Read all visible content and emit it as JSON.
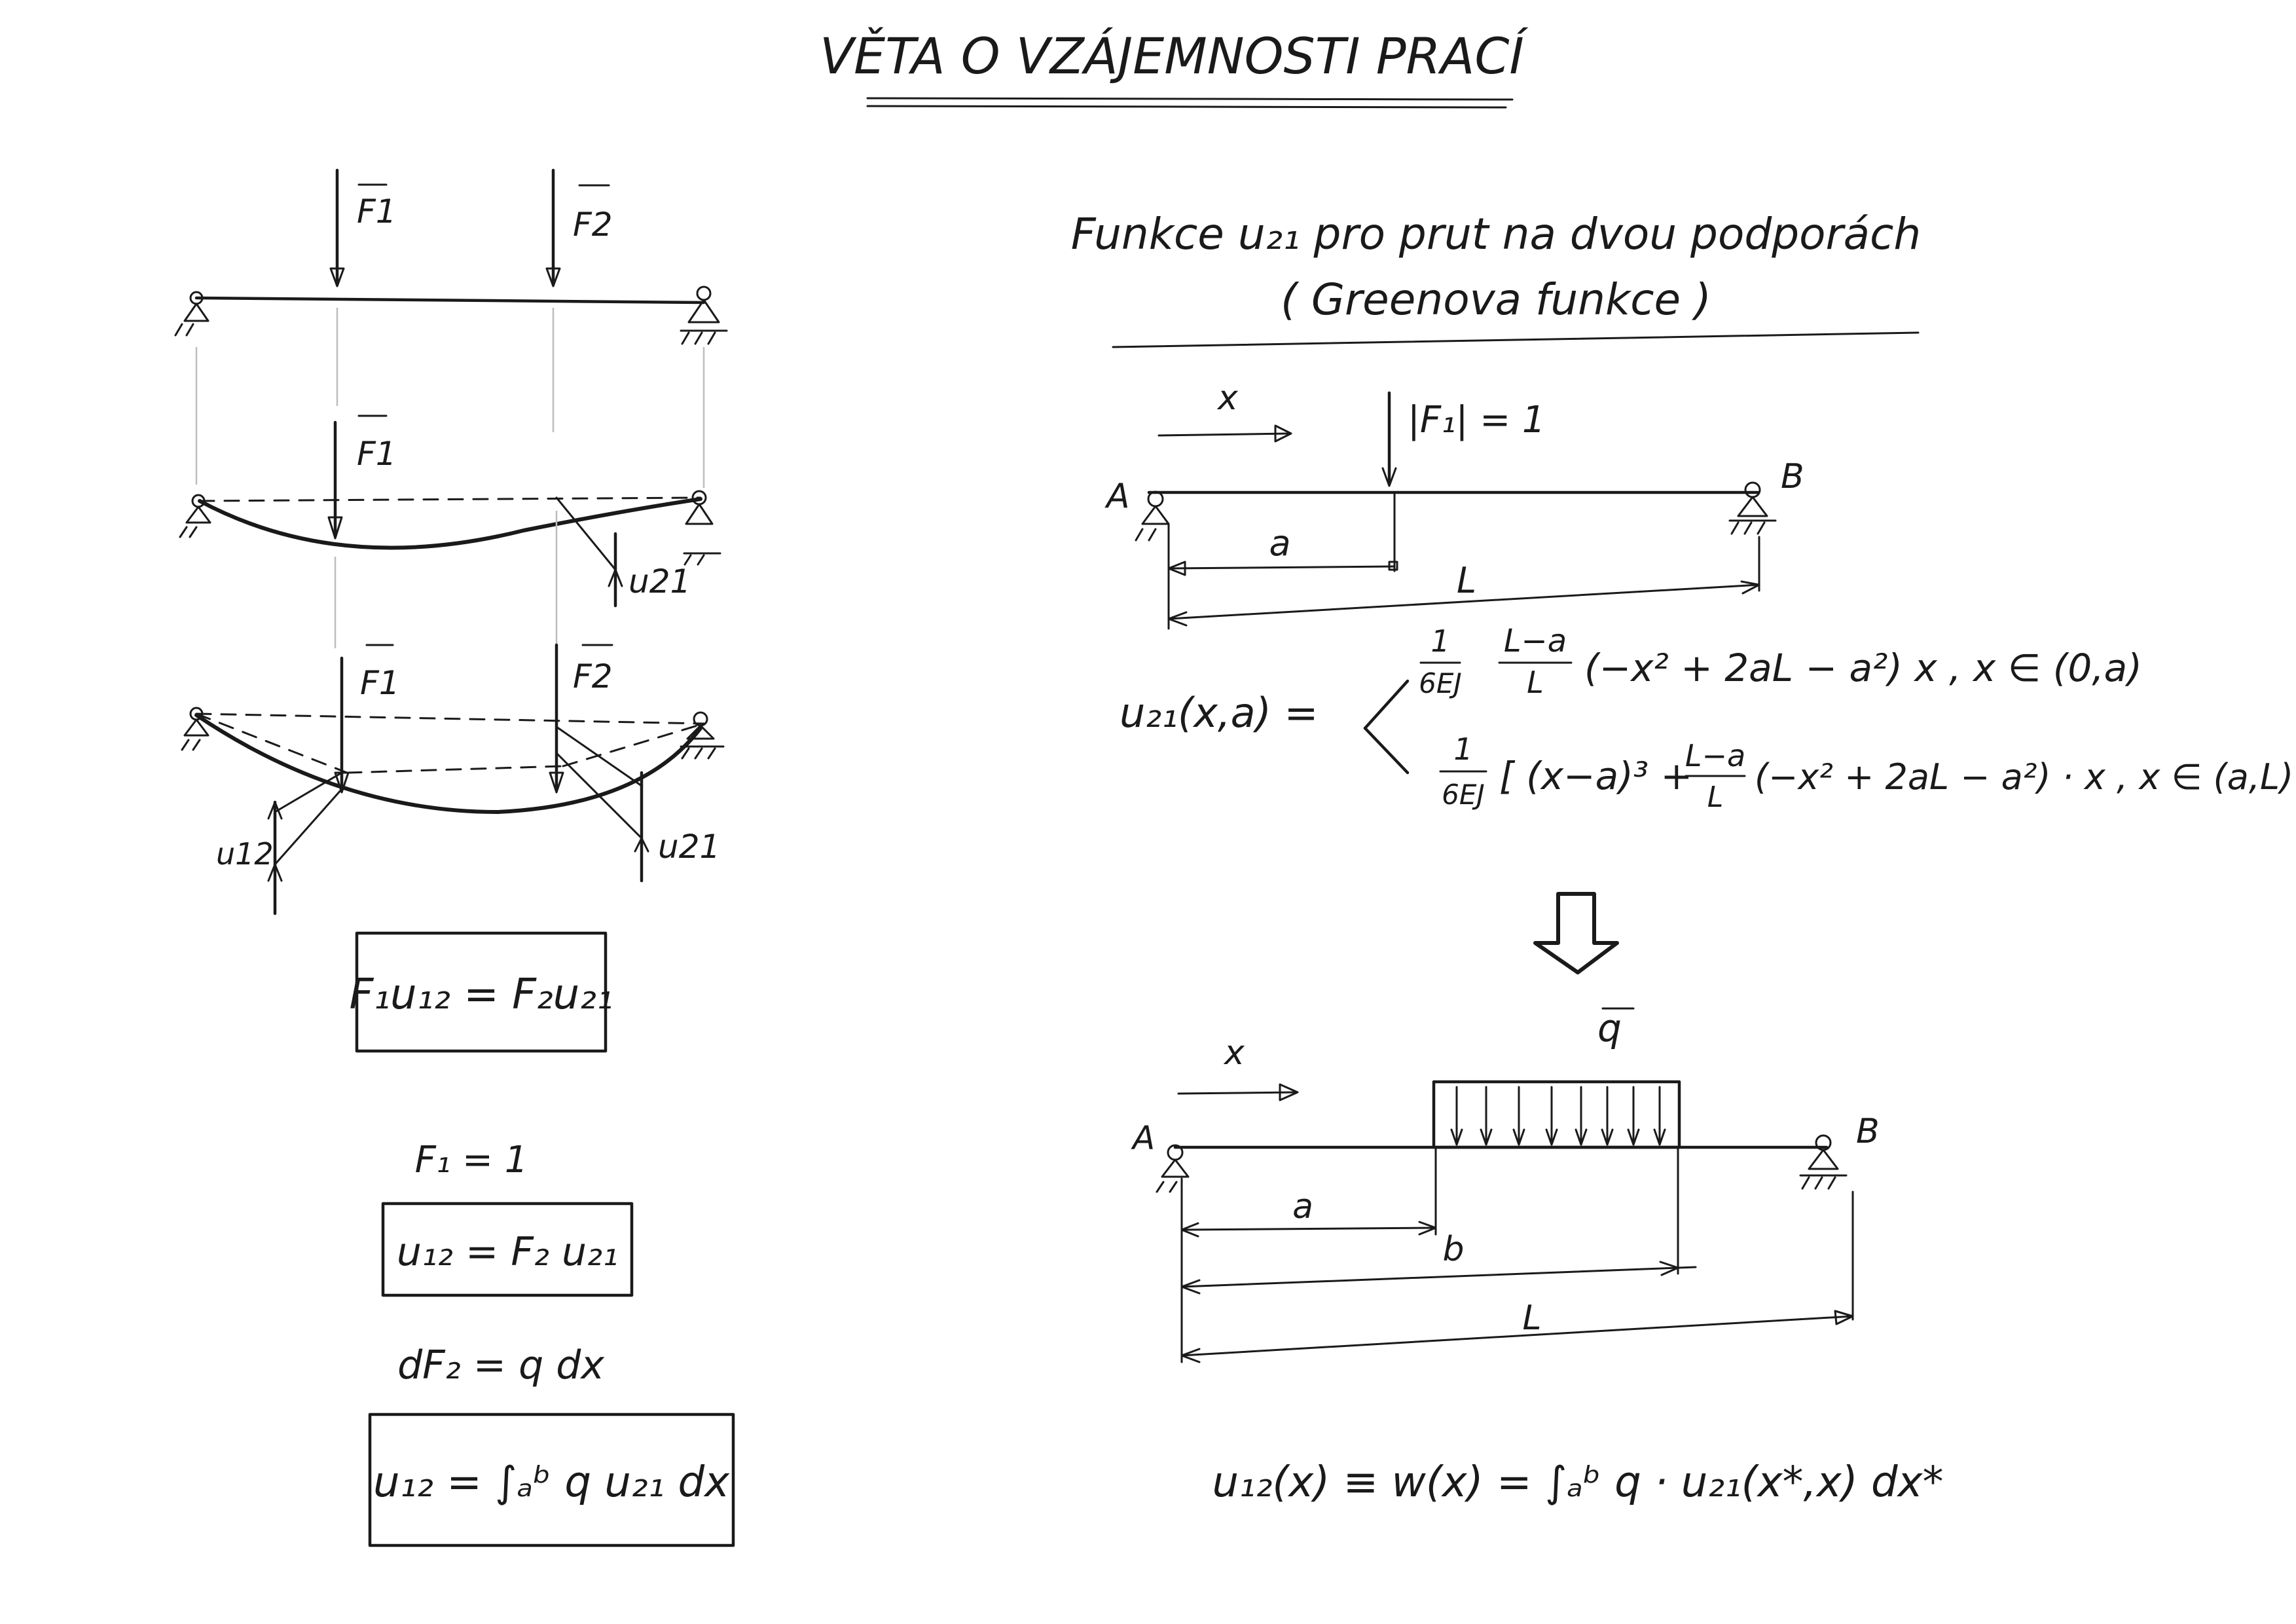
{
  "title": "VĚTA O VZÁJEMNOSTI PRACÍ",
  "left": {
    "beam1": {
      "force1": "F1",
      "force2": "F2"
    },
    "beam2": {
      "force1": "F1",
      "deflection": "u21"
    },
    "beam3": {
      "force1": "F1",
      "force2": "F2",
      "deflection1": "u12",
      "deflection2": "u21"
    },
    "box1": "F₁u₁₂ = F₂u₂₁",
    "f1_unit": "F₁ = 1",
    "box2": "u₁₂ = F₂ u₂₁",
    "dF2": "dF₂ = q dx",
    "box3": "u₁₂ = ∫ₐᵇ q u₂₁ dx"
  },
  "right": {
    "heading_line1": "Funkce u₂₁ pro prut na dvou podporách",
    "heading_line2": "( Greenova funkce )",
    "diagram1": {
      "x_label": "x",
      "force_label": "|F₁| = 1",
      "support_a": "A",
      "support_b": "B",
      "dim_a": "a",
      "dim_L": "L"
    },
    "formula": {
      "lhs": "u₂₁(x,a) =",
      "case1_frac_top": "1",
      "case1_frac_bottom": "6EJ",
      "case1_mid_top": "L−a",
      "case1_mid_bottom": "L",
      "case1_rest": "(−x² + 2aL − a²) x ,  x ∈ (0,a)",
      "case2_frac_top": "1",
      "case2_frac_bottom": "6EJ",
      "case2_open": "[ (x−a)³ +",
      "case2_mid_top": "L−a",
      "case2_mid_bottom": "L",
      "case2_rest": "(−x² + 2aL − a²) · x ,  x ∈ (a,L)"
    },
    "diagram2": {
      "x_label": "x",
      "load_label": "q",
      "support_a": "A",
      "support_b": "B",
      "dim_a": "a",
      "dim_b": "b",
      "dim_L": "L"
    },
    "final_formula": "u₁₂(x) ≡ w(x) = ∫ₐᵇ q · u₂₁(x*,x) dx*"
  }
}
